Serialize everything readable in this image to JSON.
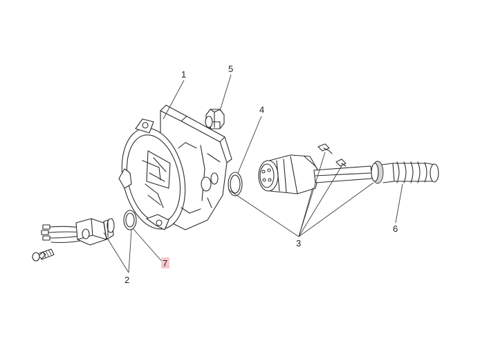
{
  "diagram": {
    "accent_highlight": "#f6c9cf",
    "callouts": [
      {
        "id": "1",
        "label": "1"
      },
      {
        "id": "2",
        "label": "2"
      },
      {
        "id": "3",
        "label": "3"
      },
      {
        "id": "4",
        "label": "4"
      },
      {
        "id": "5",
        "label": "5"
      },
      {
        "id": "6",
        "label": "6"
      },
      {
        "id": "7",
        "label": "7",
        "highlighted": true
      }
    ]
  }
}
